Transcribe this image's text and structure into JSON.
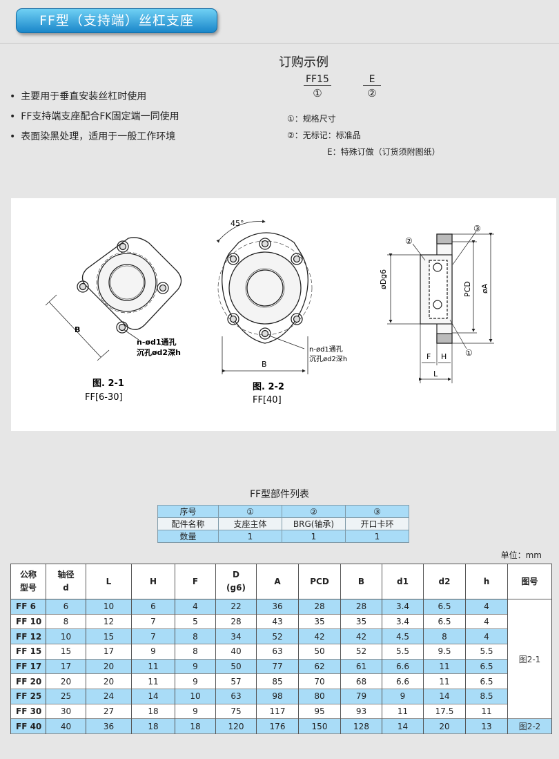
{
  "header": {
    "title": "FF型（支持端）丝杠支座"
  },
  "features": [
    "主要用于垂直安装丝杠时使用",
    "FF支持端支座配合FK固定端一同使用",
    "表面染黑处理，适用于一般工作环境"
  ],
  "order": {
    "title": "订购示例",
    "code1": "FF15",
    "num1": "①",
    "code2": "E",
    "num2": "②",
    "note1": "①：规格尺寸",
    "note2": "②：无标记：标准品",
    "note3": "E：特殊订做（订货须附图纸）"
  },
  "drawings": {
    "fig1_title": "图. 2-1",
    "fig1_model": "FF[6-30]",
    "fig2_title": "图. 2-2",
    "fig2_model": "FF[40]",
    "hole_label": "n-ød1通孔",
    "counterbore_label": "沉孔ød2深h",
    "angle": "45°",
    "b_label": "B",
    "l_label": "L",
    "f_label": "F",
    "h_label": "H",
    "dg6_label": "øDg6",
    "pcd_label": "PCD",
    "a_label": "øA",
    "c1": "①",
    "c2": "②",
    "c3": "③"
  },
  "parts": {
    "title": "FF型部件列表",
    "rows": [
      [
        "序号",
        "①",
        "②",
        "③"
      ],
      [
        "配件名称",
        "支座主体",
        "BRG(轴承)",
        "开口卡环"
      ],
      [
        "数量",
        "1",
        "1",
        "1"
      ]
    ]
  },
  "spec": {
    "unit": "单位：mm",
    "headers": [
      {
        "l1": "公称",
        "l2": "型号"
      },
      {
        "l1": "轴径",
        "l2": "d"
      },
      {
        "l1": "L",
        "l2": ""
      },
      {
        "l1": "H",
        "l2": ""
      },
      {
        "l1": "F",
        "l2": ""
      },
      {
        "l1": "D",
        "l2": "(g6)"
      },
      {
        "l1": "A",
        "l2": ""
      },
      {
        "l1": "PCD",
        "l2": ""
      },
      {
        "l1": "B",
        "l2": ""
      },
      {
        "l1": "d1",
        "l2": ""
      },
      {
        "l1": "d2",
        "l2": ""
      },
      {
        "l1": "h",
        "l2": ""
      },
      {
        "l1": "图号",
        "l2": ""
      }
    ],
    "rows": [
      [
        "FF 6",
        "6",
        "10",
        "6",
        "4",
        "22",
        "36",
        "28",
        "28",
        "3.4",
        "6.5",
        "4"
      ],
      [
        "FF 10",
        "8",
        "12",
        "7",
        "5",
        "28",
        "43",
        "35",
        "35",
        "3.4",
        "6.5",
        "4"
      ],
      [
        "FF 12",
        "10",
        "15",
        "7",
        "8",
        "34",
        "52",
        "42",
        "42",
        "4.5",
        "8",
        "4"
      ],
      [
        "FF 15",
        "15",
        "17",
        "9",
        "8",
        "40",
        "63",
        "50",
        "52",
        "5.5",
        "9.5",
        "5.5"
      ],
      [
        "FF 17",
        "17",
        "20",
        "11",
        "9",
        "50",
        "77",
        "62",
        "61",
        "6.6",
        "11",
        "6.5"
      ],
      [
        "FF 20",
        "20",
        "20",
        "11",
        "9",
        "57",
        "85",
        "70",
        "68",
        "6.6",
        "11",
        "6.5"
      ],
      [
        "FF 25",
        "25",
        "24",
        "14",
        "10",
        "63",
        "98",
        "80",
        "79",
        "9",
        "14",
        "8.5"
      ],
      [
        "FF 30",
        "30",
        "27",
        "18",
        "9",
        "75",
        "117",
        "95",
        "93",
        "11",
        "17.5",
        "11"
      ],
      [
        "FF 40",
        "40",
        "36",
        "18",
        "18",
        "120",
        "176",
        "150",
        "128",
        "14",
        "20",
        "13"
      ]
    ],
    "fig_a": "图2-1",
    "fig_b": "图2-2"
  }
}
